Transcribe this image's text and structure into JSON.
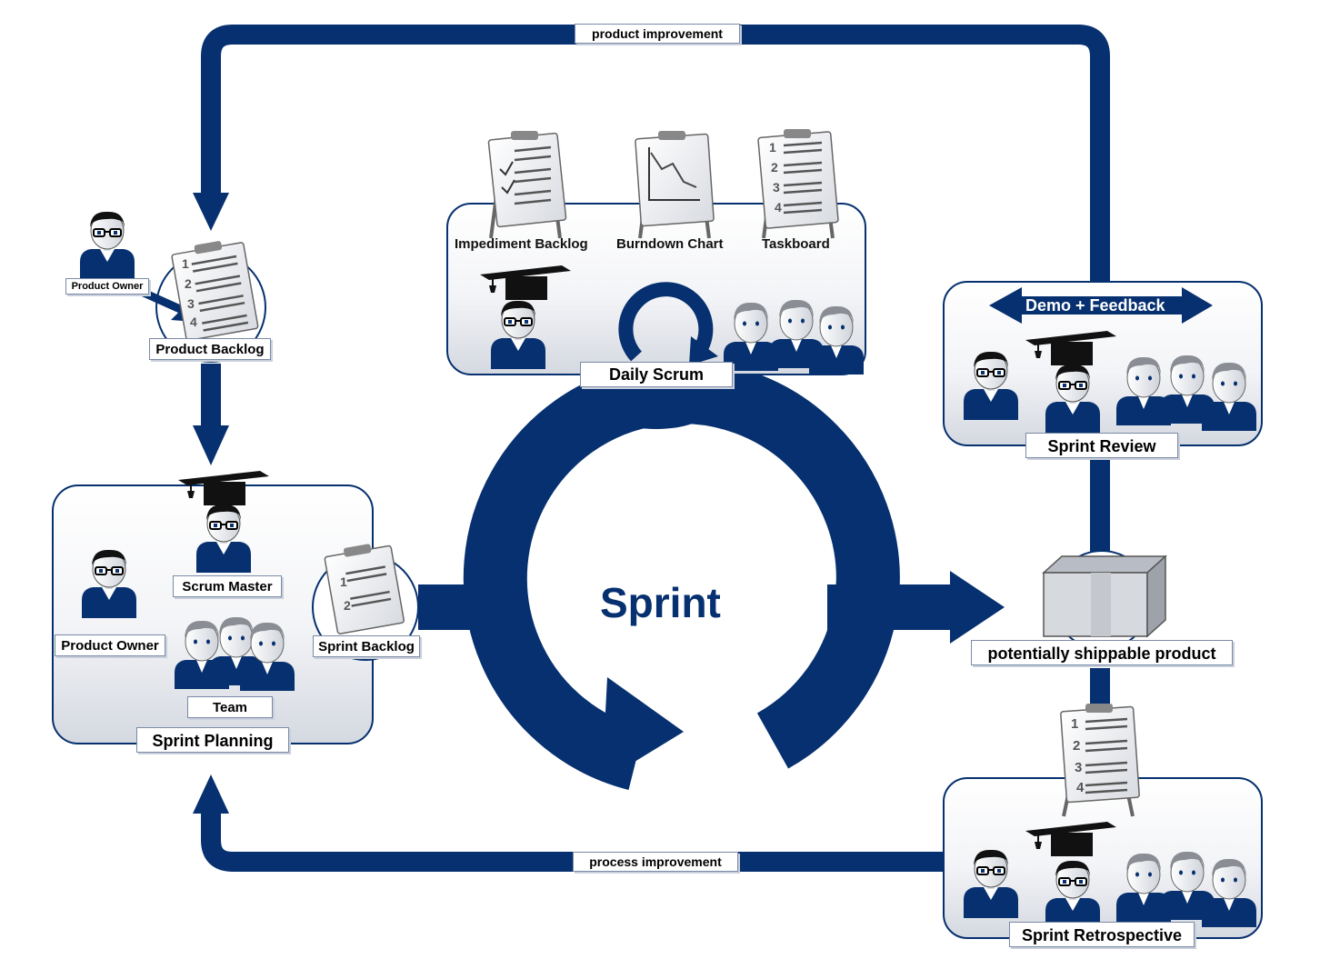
{
  "flow": {
    "product_improvement": "product improvement",
    "process_improvement": "process improvement",
    "demo_feedback": "Demo + Feedback",
    "sprint": "Sprint"
  },
  "product_backlog": {
    "owner_label": "Product Owner",
    "label": "Product Backlog",
    "list_numbers": [
      "1",
      "2",
      "3",
      "4"
    ]
  },
  "daily_scrum": {
    "artifacts": [
      "Impediment Backlog",
      "Burndown Chart",
      "Taskboard"
    ],
    "taskboard_numbers": [
      "1",
      "2",
      "3",
      "4"
    ],
    "label": "Daily Scrum"
  },
  "sprint_planning": {
    "scrum_master": "Scrum Master",
    "product_owner": "Product Owner",
    "team": "Team",
    "label": "Sprint Planning",
    "sprint_backlog": "Sprint Backlog",
    "sprint_backlog_numbers": [
      "1",
      "2"
    ]
  },
  "sprint_review": {
    "label": "Sprint Review"
  },
  "shippable": {
    "label": "potentially shippable product"
  },
  "retrospective": {
    "label": "Sprint Retrospective",
    "list_numbers": [
      "1",
      "2",
      "3",
      "4"
    ]
  },
  "colors": {
    "navy": "#06306f",
    "label_border": "#7a8aa5",
    "panel_gradient_end": "#d4d8e0"
  }
}
